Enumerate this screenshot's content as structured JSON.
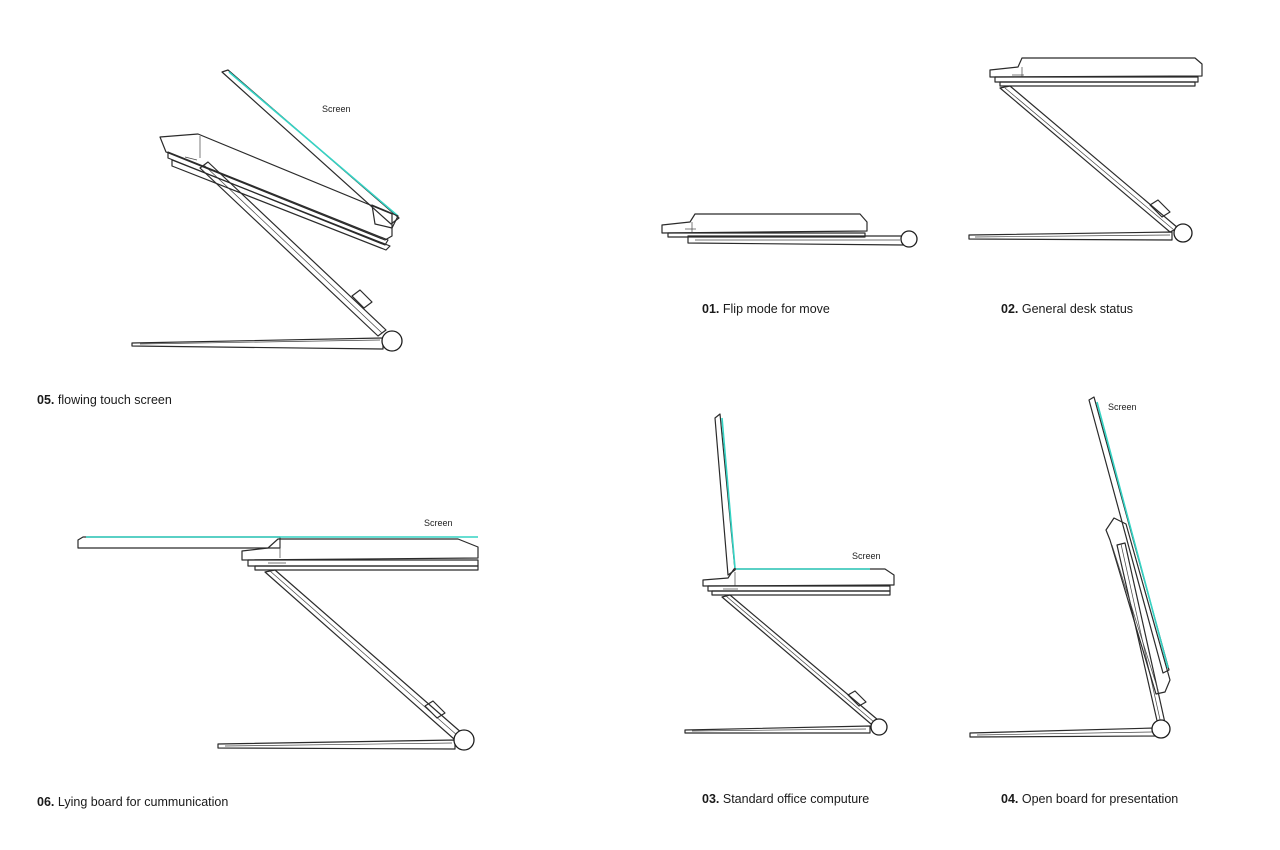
{
  "accent": {
    "screen_line": "#35d3c4",
    "line": "#2b2b2b"
  },
  "figures": [
    {
      "id": "05",
      "num": "05.",
      "label": "flowing touch screen",
      "screen_tag": "Screen"
    },
    {
      "id": "01",
      "num": "01.",
      "label": "Flip mode for move"
    },
    {
      "id": "02",
      "num": "02.",
      "label": "General desk status"
    },
    {
      "id": "06",
      "num": "06.",
      "label": "Lying board for cummunication",
      "screen_tag": "Screen"
    },
    {
      "id": "03",
      "num": "03.",
      "label": "Standard office computure",
      "screen_tag": "Screen"
    },
    {
      "id": "04",
      "num": "04.",
      "label": "Open board for presentation",
      "screen_tag": "Screen"
    }
  ]
}
